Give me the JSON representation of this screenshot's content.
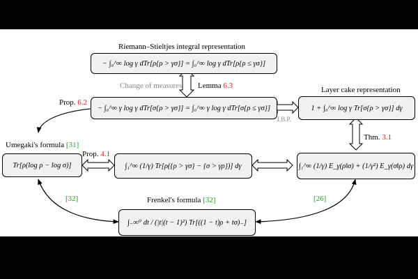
{
  "colors": {
    "ref_red": "#e0191b",
    "cite_green": "#2a9a2a",
    "box_fill": "#f1f1f1",
    "muted": "#8a8a8a"
  },
  "titles": {
    "riemann": "Riemann–Stieltjes integral representation",
    "layer_cake": "Layer cake representation",
    "umegaki_text": "Umegaki's formula ",
    "umegaki_cite": "[31]",
    "frenkel_text": "Frenkel's formula ",
    "frenkel_cite": "[32]"
  },
  "boxes": {
    "riemann": "− ∫₀^∞ log γ dTr[ρ{ρ > γσ}] = ∫₀^∞ log γ dTr[ρ{ρ ≤ γσ}]",
    "middle": "− ∫₀^∞ γ log γ dTr[σ{ρ > γσ}] = ∫₀^∞ γ log γ dTr[σ{ρ ≤ γσ}]",
    "layer": "1 + ∫₀^∞ log γ Tr[σ{ρ > γσ}] dγ",
    "umegaki": "Tr[ρ(log ρ − log σ)]",
    "center": "∫₁^∞ (1/γ) Tr[ρ({ρ > γσ} − {σ > γρ})] dγ",
    "right": "∫₁^∞ (1/γ) E_γ(ρ‖σ) + (1/γ²) E_γ(σ‖ρ) dγ",
    "frenkel": "∫₋∞⁰ dt / (|t|(t − 1)²) Tr[((1 − t)ρ + tσ)₋]"
  },
  "edges": {
    "change_of_measures": "Change of measures",
    "lemma_text": "Lemma ",
    "lemma_ref": "6.3",
    "prop62_text": "Prop. ",
    "prop62_ref": "6.2",
    "ibp": "I.B.P.",
    "thm_text": "Thm. ",
    "thm_ref": "3.1",
    "prop41_text": "Prop. ",
    "prop41_ref": "4.1",
    "cite_left": "[32]",
    "cite_right": "[26]"
  }
}
